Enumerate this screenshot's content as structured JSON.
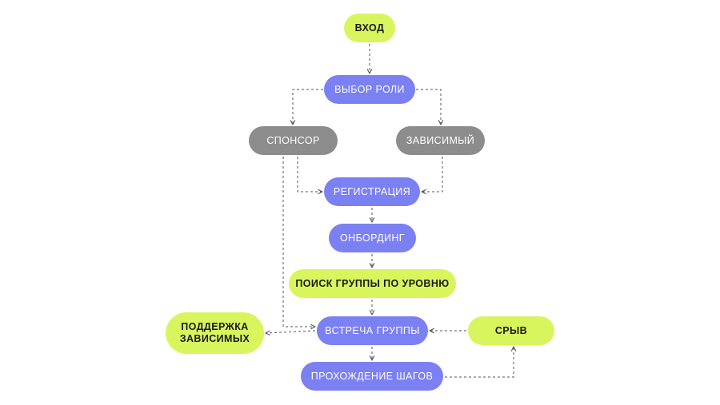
{
  "colors": {
    "green": "#D8F55E",
    "purple": "#7B80F2",
    "gray": "#8C8C8C",
    "edge": "#555555"
  },
  "nodes": {
    "entry": {
      "label": "ВХОД",
      "style": "green"
    },
    "role_choice": {
      "label": "ВЫБОР РОЛИ",
      "style": "purple"
    },
    "sponsor": {
      "label": "СПОНСОР",
      "style": "gray"
    },
    "dependent": {
      "label": "ЗАВИСИМЫЙ",
      "style": "gray"
    },
    "registration": {
      "label": "РЕГИСТРАЦИЯ",
      "style": "purple"
    },
    "onboarding": {
      "label": "ОНБОРДИНГ",
      "style": "purple"
    },
    "group_search": {
      "label": "ПОИСК ГРУППЫ ПО УРОВНЮ",
      "style": "green"
    },
    "group_meeting": {
      "label": "ВСТРЕЧА ГРУППЫ",
      "style": "purple"
    },
    "support": {
      "label": "ПОДДЕРЖКА\nЗАВИСИМЫХ",
      "style": "green"
    },
    "relapse": {
      "label": "СРЫВ",
      "style": "green"
    },
    "steps": {
      "label": "ПРОХОЖДЕНИЕ ШАГОВ",
      "style": "purple"
    }
  },
  "edges": [
    {
      "from": "entry",
      "to": "role_choice"
    },
    {
      "from": "role_choice",
      "to": "sponsor"
    },
    {
      "from": "role_choice",
      "to": "dependent"
    },
    {
      "from": "sponsor",
      "to": "registration"
    },
    {
      "from": "dependent",
      "to": "registration"
    },
    {
      "from": "sponsor",
      "to": "group_meeting"
    },
    {
      "from": "registration",
      "to": "onboarding"
    },
    {
      "from": "onboarding",
      "to": "group_search"
    },
    {
      "from": "group_search",
      "to": "group_meeting"
    },
    {
      "from": "group_meeting",
      "to": "support"
    },
    {
      "from": "relapse",
      "to": "group_meeting"
    },
    {
      "from": "group_meeting",
      "to": "steps"
    },
    {
      "from": "steps",
      "to": "relapse"
    }
  ]
}
